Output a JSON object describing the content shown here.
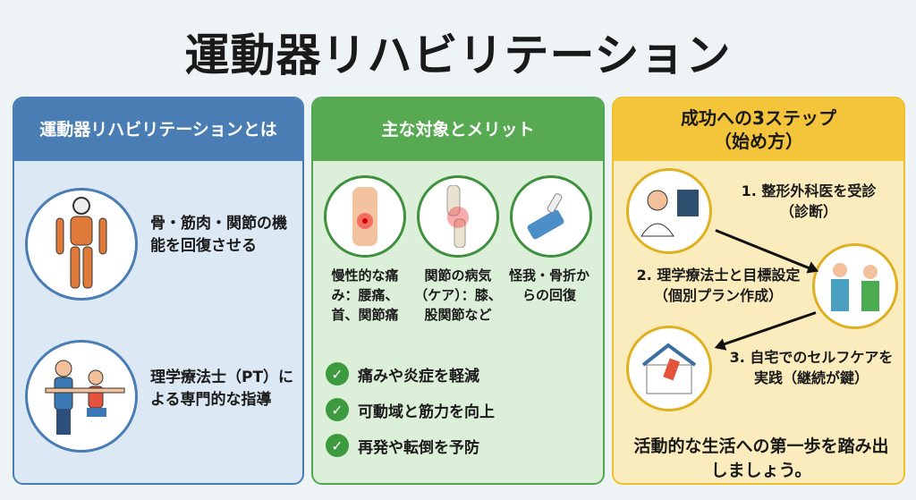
{
  "title": "運動器リハビリテーション",
  "colors": {
    "blue": "#4a7db4",
    "green": "#58aa52",
    "yellow": "#f4c43a"
  },
  "panel1": {
    "header": "運動器リハビリテーションとは",
    "items": [
      {
        "icon": "skeleton-icon",
        "text": "骨・筋肉・関節の機能を回復させる"
      },
      {
        "icon": "physical-therapist-icon",
        "text": "理学療法士（PT）による専門的な指導"
      }
    ]
  },
  "panel2": {
    "header": "主な対象とメリット",
    "targets": [
      {
        "icon": "lower-back-pain-icon",
        "text": "慢性的な痛み：腰痛、首、関節痛"
      },
      {
        "icon": "knee-joint-icon",
        "text": "関節の病気（ケア）：膝、股関節など"
      },
      {
        "icon": "broken-arm-icon",
        "text": "怪我・骨折からの回復"
      }
    ],
    "benefits": [
      "痛みや炎症を軽減",
      "可動域と筋力を向上",
      "再発や転倒を予防"
    ]
  },
  "panel3": {
    "header_line1": "成功への3ステップ",
    "header_line2": "（始め方）",
    "steps": [
      {
        "icon": "doctor-xray-icon",
        "text": "1. 整形外科医を受診（診断）"
      },
      {
        "icon": "handshake-icon",
        "text": "2. 理学療法士と目標設定（個別プラン作成）"
      },
      {
        "icon": "home-exercise-icon",
        "text": "3. 自宅でのセルフケアを実践（継続が鍵）"
      }
    ],
    "footer": "活動的な生活への第一歩を踏み出しましょう。"
  }
}
